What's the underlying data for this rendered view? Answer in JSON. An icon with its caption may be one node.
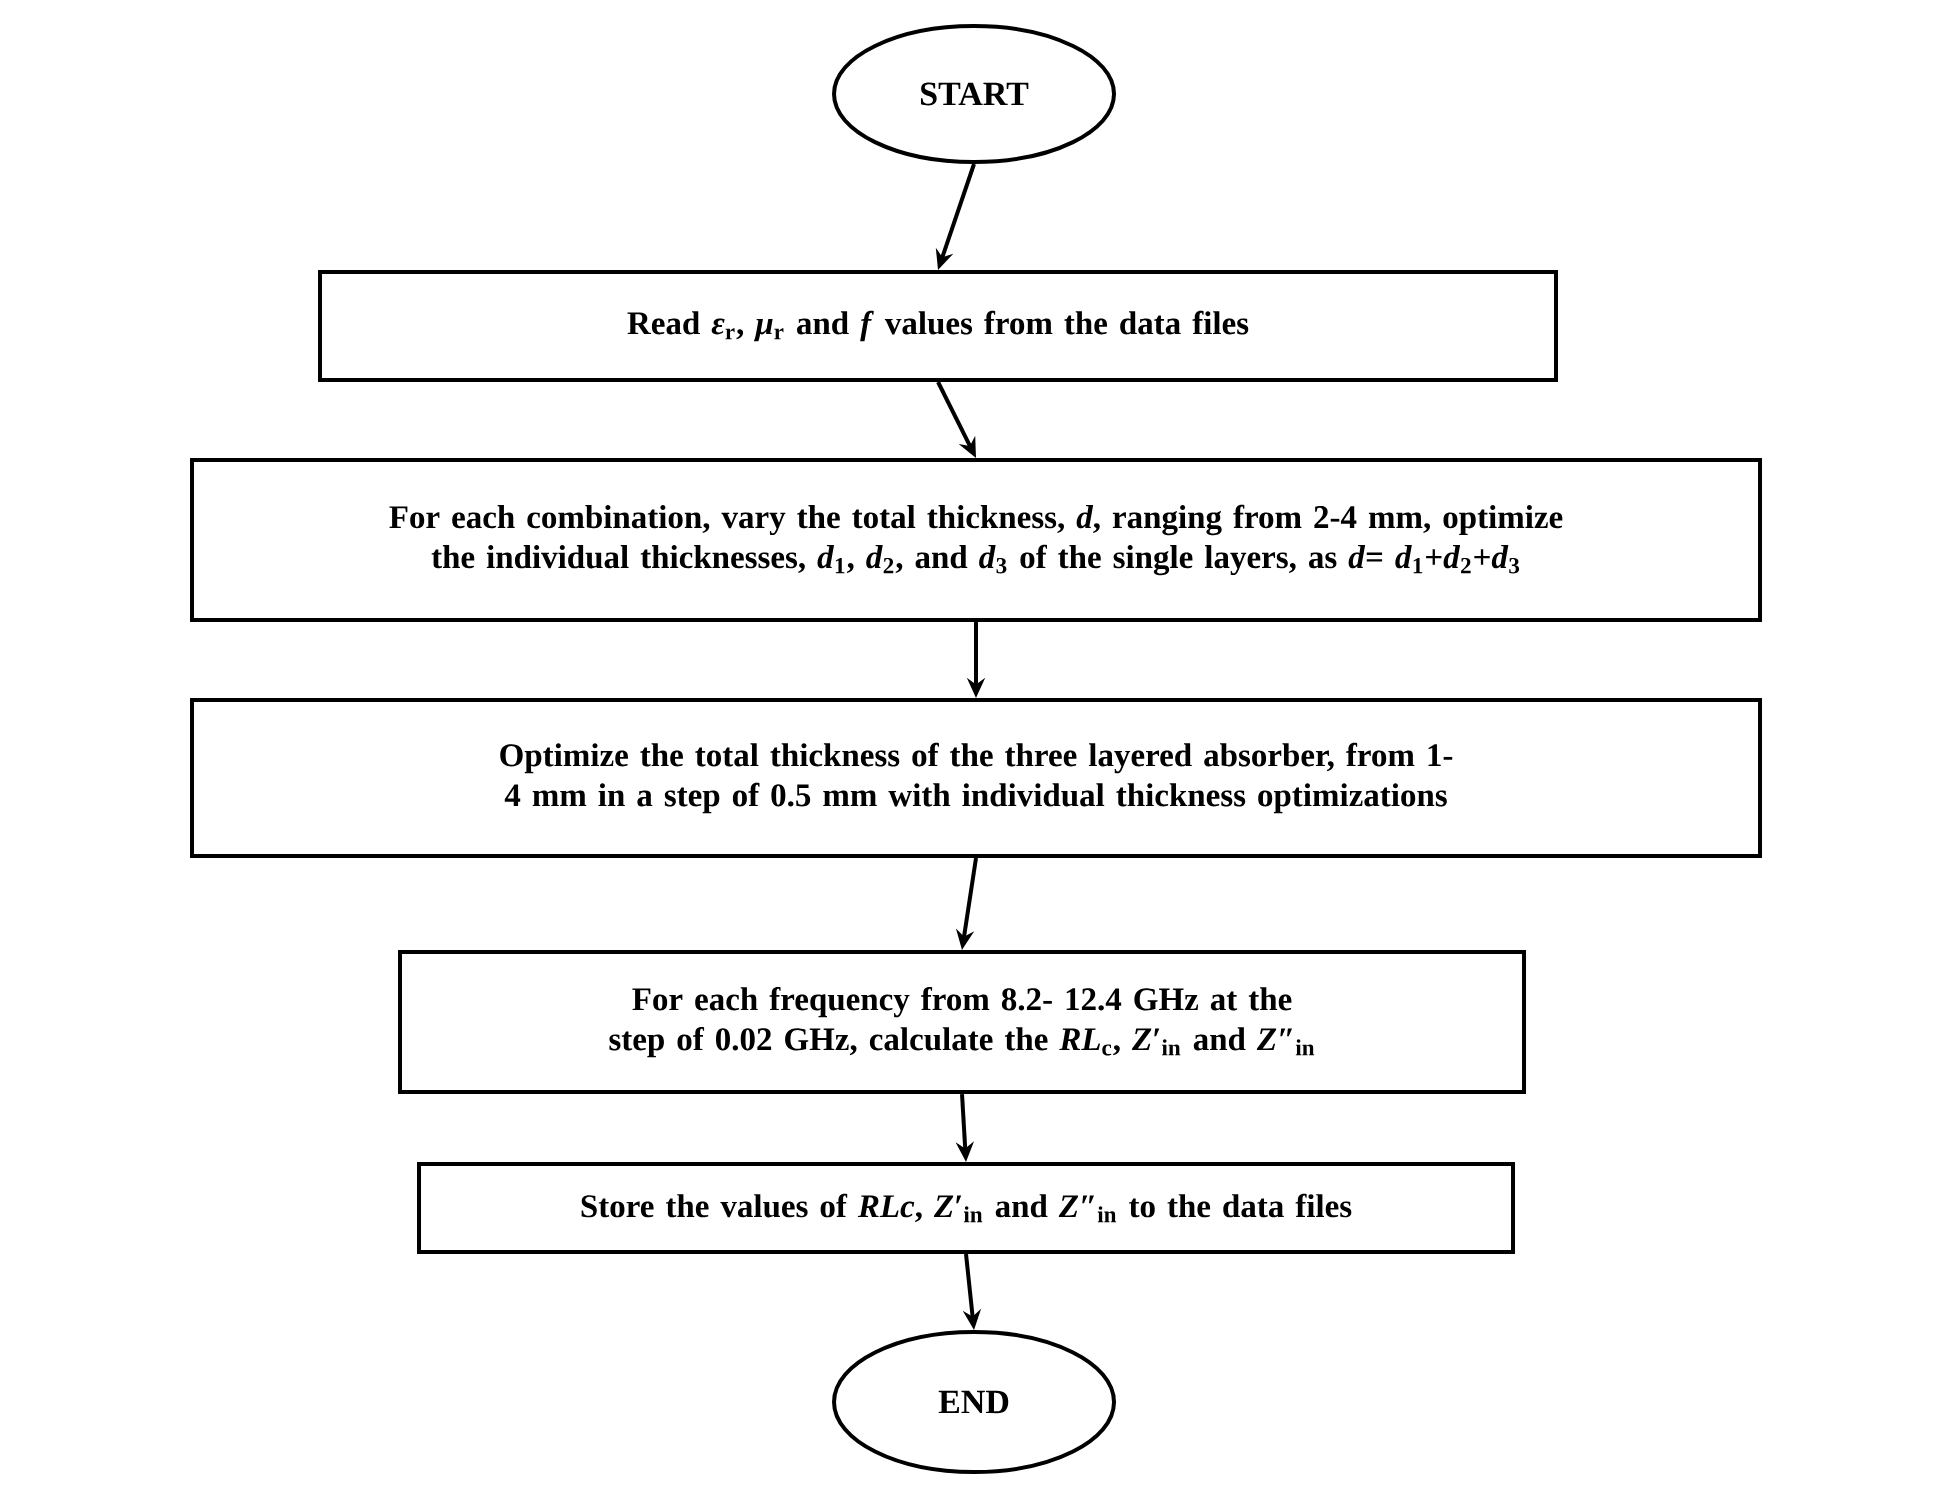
{
  "diagram": {
    "nodes": [
      {
        "text": [
          "START"
        ]
      },
      {
        "text": [
          "Read *ε*$_{r}$, *μ*$_{r}$ and *f* values from the data files"
        ]
      },
      {
        "text": [
          "For each combination, vary the total thickness, *d*, ranging from 2-4 mm, optimize the individual thicknesses, *d*$_{1}$, *d*$_{2}$, and *d*$_{3}$ of the single layers, as *d*= *d*$_{1}$+*d*$_{2}$+*d*$_{3}$"
        ]
      },
      {
        "text": [
          "Optimize the total thickness of the three layered absorber, from 1-4 mm in a step of 0.5 mm with individual thickness optimizations"
        ]
      },
      {
        "text": [
          "For each frequency from 8.2- 12.4 GHz at the step of 0.02 GHz, calculate the *RL*$_{c}$, *Z*′$_{in}$ and *Z*″$_{in}$"
        ]
      },
      {
        "text": [
          "Store the values of *RLc*, *Z*′$_{in}$ and *Z*″$_{in}$ to the data files"
        ]
      },
      {
        "text": [
          "END"
        ]
      }
    ],
    "edges": [
      {
        "from": 0,
        "to": 1,
        "arrow": "to"
      },
      {
        "from": 1,
        "to": 2,
        "arrow": "to"
      },
      {
        "from": 2,
        "to": 3,
        "arrow": "to"
      },
      {
        "from": 3,
        "to": 4,
        "arrow": "to"
      },
      {
        "from": 4,
        "to": 5,
        "arrow": "to"
      },
      {
        "from": 5,
        "to": 6,
        "arrow": "to"
      }
    ]
  }
}
